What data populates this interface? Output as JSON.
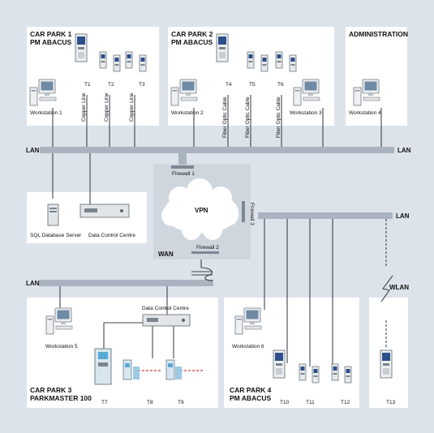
{
  "diagram": {
    "boxes": {
      "car_park_1": {
        "line1": "CAR PARK 1",
        "line2": "PM ABACUS"
      },
      "car_park_2": {
        "line1": "CAR PARK 2",
        "line2": "PM ABACUS"
      },
      "administration": {
        "line1": "ADMINISTRATION"
      },
      "car_park_3": {
        "line1": "CAR PARK 3",
        "line2": "PARKMASTER 100"
      },
      "car_park_4": {
        "line1": "CAR PARK 4",
        "line2": "PM ABACUS"
      }
    },
    "workstations": {
      "ws1": "Workstation 1",
      "ws2": "Workstation 2",
      "ws3": "Workstation 3",
      "ws4": "Workstation 4",
      "ws5": "Workstation 5",
      "ws6": "Workstation 6"
    },
    "terminals": {
      "t1": "T1",
      "t2": "T2",
      "t3": "T3",
      "t4": "T4",
      "t5": "T5",
      "t6": "T6",
      "t7": "T7",
      "t8": "T8",
      "t9": "T9",
      "t10": "T10",
      "t11": "T11",
      "t12": "T12",
      "t13": "T13"
    },
    "cables": {
      "copper1": "Copper Line",
      "copper2": "Copper Line",
      "copper3": "Copper Line",
      "fiber1": "Fiber Optic Cable",
      "fiber2": "Fiber Optic Cable",
      "fiber3": "Fiber Optic Cable"
    },
    "network": {
      "lan_left_top": "LAN",
      "lan_right_top": "LAN",
      "lan_right_mid": "LAN",
      "lan_left_bottom": "LAN",
      "wlan": "WLAN",
      "wan": "WAN",
      "vpn": "VPN",
      "firewall1": "Firewall 1",
      "firewall2": "Firewall 2",
      "firewall3": "Firewall 3"
    },
    "servers": {
      "sql": "SQL Database Server",
      "dcc_top": "Data Control Centre",
      "dcc_bottom": "Data Control Centre"
    }
  }
}
